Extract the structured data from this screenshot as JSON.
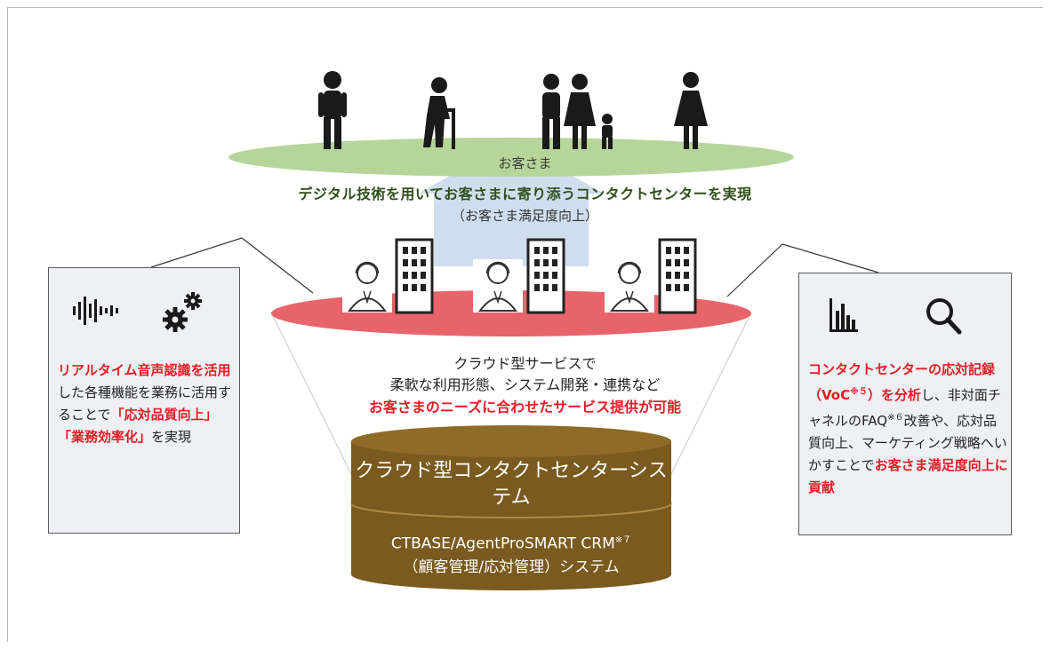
{
  "customers_label": "お客さま",
  "headline": "デジタル技術を用いてお客さまに寄り添うコンタクトセンターを実現",
  "headline_sub": "（お客さま満足度向上）",
  "cloud": {
    "line1": "クラウド型サービスで",
    "line2": "柔軟な利用形態、システム開発・連携など",
    "line3": "お客さまのニーズに合わせたサービス提供が可能"
  },
  "drum": {
    "title": "クラウド型コンタクトセンターシステム",
    "system_main": "CTBASE/AgentProSMART CRM",
    "system_note": "※７",
    "system_sub": "（顧客管理/応対管理）システム"
  },
  "left_panel": {
    "icons": [
      "sound-wave-icon",
      "gears-icon"
    ],
    "red1": "リアルタイム音声認識を活用",
    "text1": "した各種機能を業務に活用することで",
    "red2": "「応対品質向上」「業務効率化」",
    "text2": "を実現"
  },
  "right_panel": {
    "icons": [
      "bar-chart-icon",
      "magnifier-icon"
    ],
    "red1": "コンタクトセンターの応対記録（VoC",
    "note1": "※５",
    "red1b": "）を分析",
    "text1": "し、非対面チャネルのFAQ",
    "note2": "※６",
    "text2": "改善や、応対品質向上、マーケティング戦略へいかすことで",
    "red2": "お客さま満足度向上に貢献"
  },
  "colors": {
    "customer_ellipse": "#b5d59a",
    "center_ellipse": "#e8646b",
    "arrow": "#c7d8ec",
    "drum": "#7a5a1e",
    "accent_red": "#e31d24",
    "headline_green": "#2f4f1a"
  }
}
